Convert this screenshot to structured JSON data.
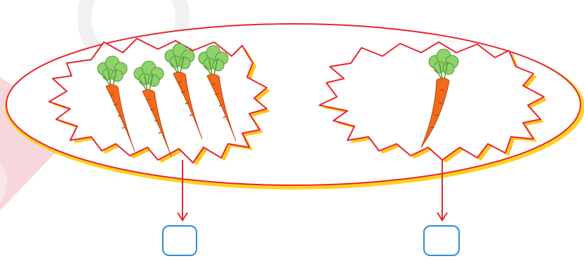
{
  "groups": [
    {
      "name": "left-group",
      "carrot_count": 4
    },
    {
      "name": "right-group",
      "carrot_count": 1
    }
  ],
  "answer_boxes": [
    {
      "name": "left-answer-box",
      "value": ""
    },
    {
      "name": "right-answer-box",
      "value": ""
    }
  ],
  "colors": {
    "oval_stroke": "#e8262f",
    "oval_shadow": "#ffd21e",
    "burst_stroke": "#e8262f",
    "burst_shadow": "#ffc61a",
    "arrow": "#e8262f",
    "answer_box_stroke": "#2c8fd1",
    "carrot_body": "#f26a1b",
    "carrot_stripe": "#b8430d",
    "carrot_leaves": "#8fd16a",
    "carrot_leaves_dark": "#4f9a2e",
    "watermark": "#f7d7dc"
  }
}
